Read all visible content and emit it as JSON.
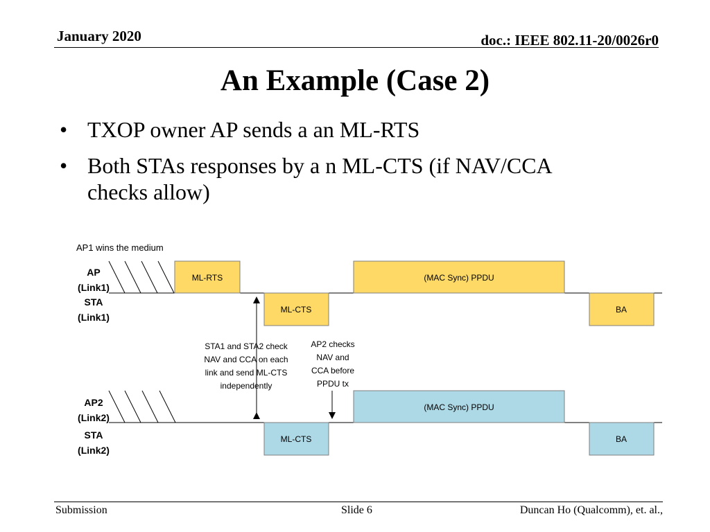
{
  "header": {
    "date": "January 2020",
    "doc_id": "doc.: IEEE 802.11-20/0026r0"
  },
  "title": "An Example (Case 2)",
  "bullets": [
    "TXOP owner AP sends a an ML-RTS",
    "Both STAs responses by a n ML-CTS (if NAV/CCA checks allow)"
  ],
  "diagram": {
    "caption": "AP1 wins the medium",
    "rows": {
      "ap_link1": [
        "AP",
        "(Link1)"
      ],
      "sta_link1": [
        "STA",
        "(Link1)"
      ],
      "ap2_link2": [
        "AP2",
        "(Link2)"
      ],
      "sta_link2": [
        "STA",
        "(Link2)"
      ]
    },
    "frames": {
      "ml_rts": "ML-RTS",
      "ppdu_link1": "(MAC Sync) PPDU",
      "ml_cts_link1": "ML-CTS",
      "ba_link1": "BA",
      "ppdu_link2": "(MAC Sync) PPDU",
      "ml_cts_link2": "ML-CTS",
      "ba_link2": "BA"
    },
    "notes": {
      "sta_check": [
        "STA1 and STA2 check",
        "NAV and CCA on each",
        "link and send ML-CTS",
        "independently"
      ],
      "ap2_check": [
        "AP2 checks",
        "NAV and",
        "CCA before",
        "PPDU tx"
      ]
    },
    "colors": {
      "link1_fill": "#FFD966",
      "link2_fill": "#ADD8E6",
      "box_stroke": "#7F7F7F"
    }
  },
  "footer": {
    "left": "Submission",
    "center": "Slide 6",
    "right": "Duncan Ho (Qualcomm), et. al.,"
  }
}
